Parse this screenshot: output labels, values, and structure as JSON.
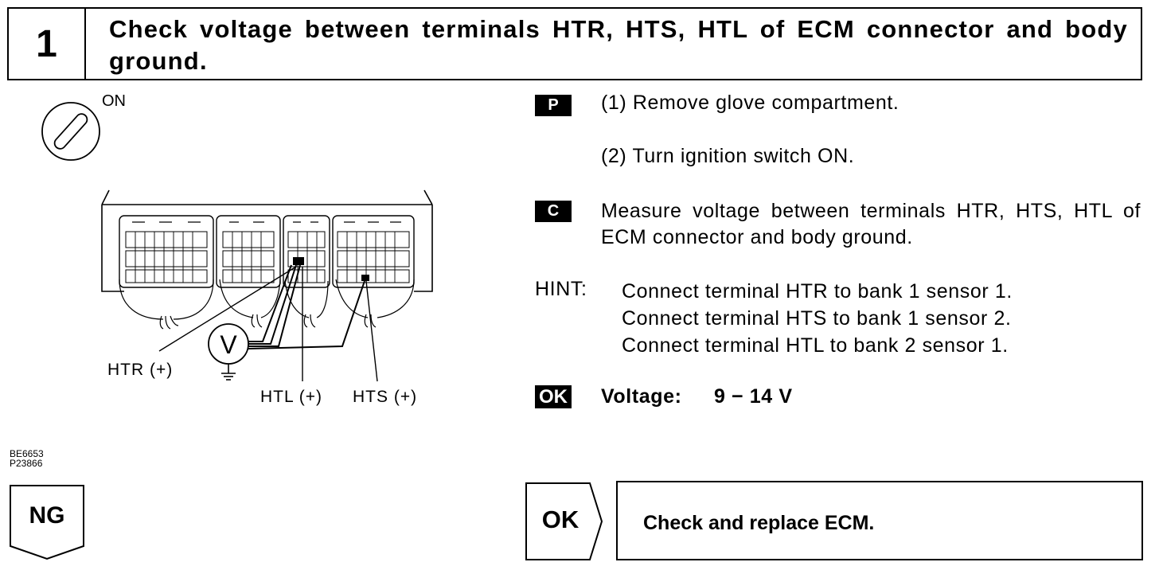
{
  "step": {
    "number": "1",
    "title": "Check voltage between terminals HTR, HTS, HTL of ECM connector and body ground."
  },
  "figure": {
    "ignition_label": "ON",
    "labels": {
      "htr": "HTR (+)",
      "htl": "HTL (+)",
      "hts": "HTS (+)",
      "meter": "V"
    },
    "codes": [
      "BE6653",
      "P23866"
    ]
  },
  "instructions": {
    "prep": {
      "tag": "P",
      "step1": "(1) Remove glove compartment.",
      "step2": "(2) Turn ignition switch ON."
    },
    "check": {
      "tag": "C",
      "text": "Measure voltage between terminals HTR, HTS, HTL of ECM connector and body ground."
    },
    "hint": {
      "label": "HINT:",
      "lines": [
        "Connect terminal HTR to bank 1 sensor 1.",
        "Connect terminal HTS to bank 1 sensor 2.",
        "Connect terminal HTL to bank 2 sensor 1."
      ]
    },
    "spec": {
      "tag": "OK",
      "label": "Voltage:",
      "value": "9 − 14 V"
    }
  },
  "results": {
    "ng_label": "NG",
    "ok_label": "OK",
    "ok_action": "Check and replace ECM."
  }
}
